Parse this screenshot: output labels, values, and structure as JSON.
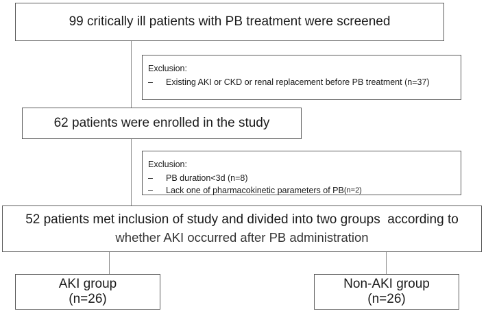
{
  "boxes": {
    "screened": "99 critically ill patients with PB treatment were screened",
    "enrolled": "62 patients were enrolled in the study",
    "met_line1": "52 patients met inclusion of study and divided into two groups  according to",
    "met_line2": "whether AKI occurred after PB administration",
    "aki_label": "AKI group",
    "aki_n": "(n=26)",
    "nonaki_label": "Non-AKI group",
    "nonaki_n": "(n=26)"
  },
  "exclusion1": {
    "title": "Exclusion:",
    "items": [
      {
        "bullet": "–",
        "text": "Existing AKI or CKD or renal replacement before PB treatment (n=37)"
      }
    ]
  },
  "exclusion2": {
    "title": "Exclusion:",
    "items": [
      {
        "bullet": "–",
        "text": "PB duration<3d (n=8)"
      },
      {
        "bullet": "–",
        "text": "Lack one of pharmacokinetic parameters of PB ",
        "suffix": "(n=2)"
      }
    ]
  }
}
